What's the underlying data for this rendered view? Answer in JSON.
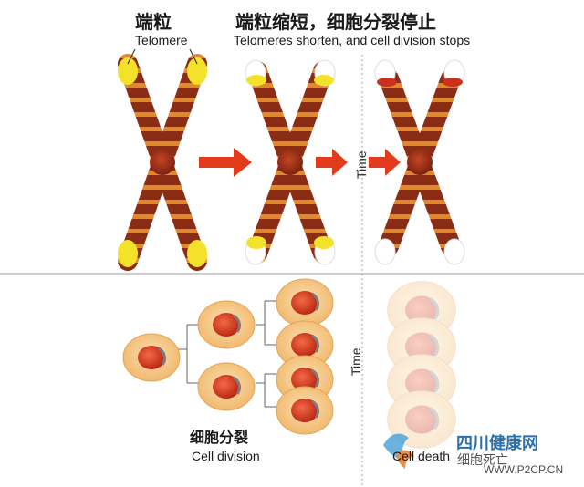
{
  "labels": {
    "telomere_zh": "端粒",
    "telomere_en": "Telomere",
    "shorten_zh": "端粒缩短，细胞分裂停止",
    "shorten_en": "Telomeres shorten, and cell division stops",
    "time_top": "Time",
    "time_bottom": "Time",
    "division_zh": "细胞分裂",
    "division_en": "Cell division",
    "death_en": "Cell death",
    "death_zh": "细胞死亡"
  },
  "watermark": {
    "name": "四川健康网",
    "url": "WWW.P2CP.CN"
  },
  "colors": {
    "telomere": "#f3e12a",
    "arm_dark": "#8a2d14",
    "arm_band": "#e0892a",
    "arrow": "#e23b1c",
    "cell": "#f6c784",
    "nucleus": "#d63018"
  }
}
